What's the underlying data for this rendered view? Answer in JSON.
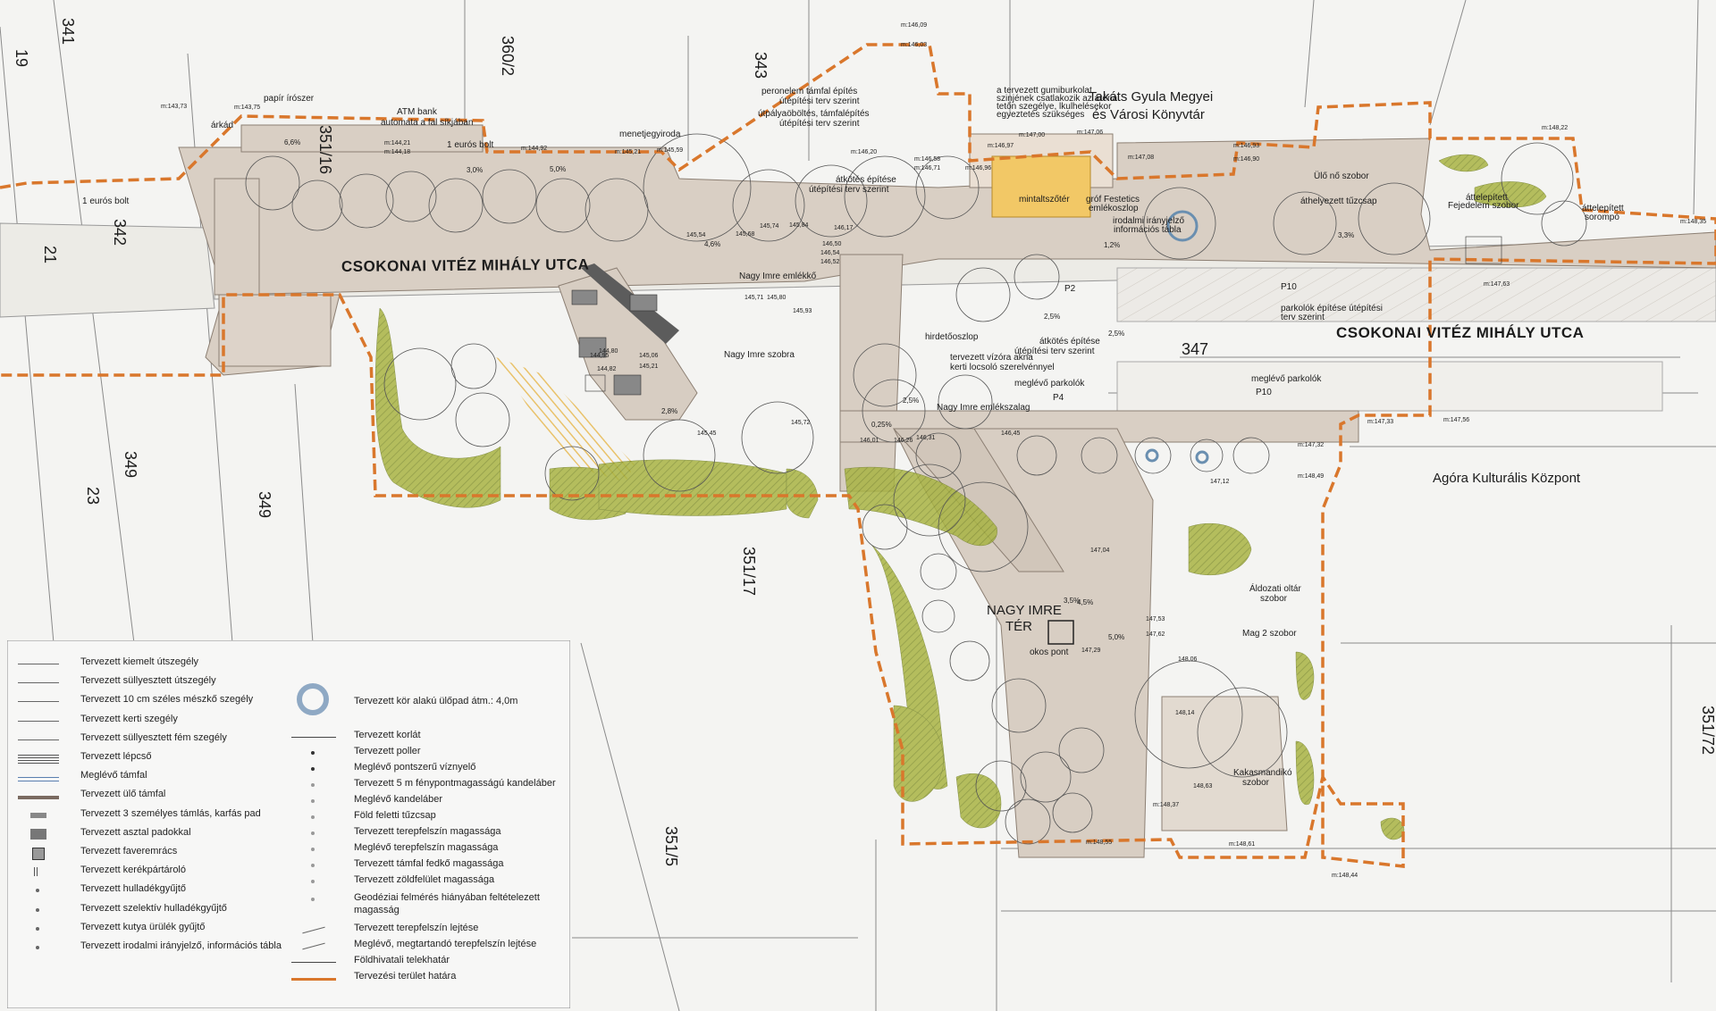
{
  "streets": {
    "main_left": "CSOKONAI VITÉZ MIHÁLY UTCA",
    "main_right": "CSOKONAI VITÉZ MIHÁLY UTCA"
  },
  "square": {
    "name_line1": "NAGY IMRE",
    "name_line2": "TÉR",
    "smart_point": "okos pont"
  },
  "buildings": {
    "library_line1": "Takáts Gyula Megyei",
    "library_line2": "és Városi Könyvtár",
    "agora": "Agóra Kulturális Központ"
  },
  "plots": [
    "341",
    "19",
    "360/2",
    "343",
    "351/16",
    "342",
    "21",
    "349",
    "23",
    "349",
    "351/17",
    "351/5",
    "347",
    "351/72"
  ],
  "labels": {
    "papir_iroszer": "papír írószer",
    "arkad": "árkád",
    "atm1": "ATM bank",
    "atm2": "automata a fal síkjában",
    "euro_shop_1": "1 eurós bolt",
    "euro_shop_2": "1 eurós bolt",
    "ticket_office": "menetjegyiroda",
    "minta": "mintaltszőtér",
    "festetics1": "gróf Festetics",
    "festetics2": "emlékoszlop",
    "irodalmi1": "irodalmi irányjelző",
    "irodalmi2": "információs tábla",
    "ulo_no": "Ülő nő szobor",
    "athelyezett": "áthelyezett tűzcsap",
    "fejedelem": "Fejedelem szobor",
    "athelepitett1": "áttelepített",
    "athelepitett2": "Fejedelem szobor",
    "athelepitett3": "áttelepített",
    "athelepitett4": "sorompó",
    "peron1": "peronelem támfal építés",
    "peron2": "útépítési terv szerint",
    "utpalya1": "útpályaöböltés, támfalépítés",
    "utpalya2": "útépítési terv szerint",
    "atkotes1": "átkötés építése",
    "atkotes2": "útépítési terv szerint",
    "atkotes3": "átkötés építése",
    "atkotes4": "útépítési terv szerint",
    "parkolo1": "parkolók építése útépítési",
    "parkolo2": "terv szerint",
    "nagy_imre_emlekko": "Nagy Imre emlékkő",
    "nagy_imre_szobra": "Nagy Imre szobra",
    "nagy_imre_emlekszalag": "Nagy Imre emlékszalag",
    "hirdetooszlop": "hirdetőoszlop",
    "vizora1": "tervezett vízóra akna",
    "vizora2": "kerti locsoló szerelvénnyel",
    "meglevo_parkolok_p4": "meglévő parkolók",
    "p4": "P4",
    "meglevo_parkolok_p10": "meglévő parkolók",
    "p10b": "P10",
    "p2": "P2",
    "p10": "P10",
    "aldozati1": "Áldozati oltár",
    "aldozati2": "szobor",
    "mag2": "Mag 2 szobor",
    "kakas1": "Kakasmandikó",
    "kakas2": "szobor",
    "gumi1": "a tervezett gumiburkolat",
    "gumi2": "szinjének csatlakozik az aréna",
    "gumi3": "tetőn szegélye, lkulhelésekor",
    "gumi4": "egyeztetés szükséges"
  },
  "levels": [
    "m:146,09",
    "m:146,03",
    "m:143,73",
    "m:143,75",
    "m:144,21",
    "m:144,18",
    "m:144,92",
    "m:145,21",
    "m:145,59",
    "m:146,20",
    "m:146,58",
    "m:146,71",
    "m:146,96",
    "m:146,97",
    "m:147,00",
    "m:147,06",
    "m:147,08",
    "m:146,93",
    "m:146,90",
    "m:148,22",
    "m:148,35",
    "m:147,63",
    "m:147,56",
    "m:147,33",
    "m:147,32",
    "m:148,49",
    "m:148,37",
    "m:148,55",
    "m:148,61",
    "m:148,44",
    "145,54",
    "145,68",
    "145,74",
    "145,84",
    "146,17",
    "146,50",
    "146,54",
    "146,52",
    "145,71",
    "145,80",
    "145,93",
    "145,72",
    "146,01",
    "146,26",
    "146,31",
    "146,45",
    "147,12",
    "147,04",
    "147,53",
    "147,62",
    "147,29",
    "148,06",
    "148,14",
    "148,63",
    "145,45",
    "145,21",
    "145,06",
    "144,95",
    "144,82",
    "144,80"
  ],
  "slopes": [
    "6,6%",
    "3,0%",
    "5,0%",
    "4,6%",
    "2,8%",
    "3,3%",
    "1,2%",
    "2,5%",
    "2,5%",
    "3,5%",
    "5,0%",
    "4,5%",
    "2,5%",
    "0,25%"
  ],
  "legend": {
    "left": [
      "Tervezett kiemelt útszegély",
      "Tervezett süllyesztett útszegély",
      "Tervezett 10 cm széles mészkő szegély",
      "Tervezett kerti szegély",
      "Tervezett süllyesztett fém szegély",
      "Tervezett lépcső",
      "Meglévő támfal",
      "Tervezett ülő támfal",
      "Tervezett 3 személyes támlás, karfás pad",
      "Tervezett asztal padokkal",
      "Tervezett faveremrács",
      "Tervezett kerékpártároló",
      "Tervezett hulladékgyűjtő",
      "Tervezett szelektív hulladékgyűjtő",
      "Tervezett kutya ürülék gyűjtő",
      "Tervezett irodalmi irányjelző, információs tábla"
    ],
    "right": [
      "Tervezett kör alakú ülőpad átm.: 4,0m",
      "Tervezett korlát",
      "Tervezett poller",
      "Meglévő pontszerű víznyelő",
      "Tervezett 5 m fénypontmagasságú kandeláber",
      "Meglévő kandeláber",
      "Föld feletti tűzcsap",
      "Tervezett terepfelszín magassága",
      "Meglévő terepfelszín magassága",
      "Tervezett támfal fedkő magassága",
      "Tervezett zöldfelület magassága",
      "Geodéziai felmérés hiányában feltételezett",
      "magasság",
      "Tervezett terepfelszín lejtése",
      "Meglévő, megtartandó terepfelszín lejtése",
      "Földhivatali telekhatár",
      "Tervezési terület határa"
    ]
  },
  "colors": {
    "paper": "#f4f4f2",
    "pavement": "#d9cfc4",
    "green": "#9aab3c",
    "boundary": "#d9772c",
    "sand": "#e9c777",
    "road": "#ecebe6"
  }
}
